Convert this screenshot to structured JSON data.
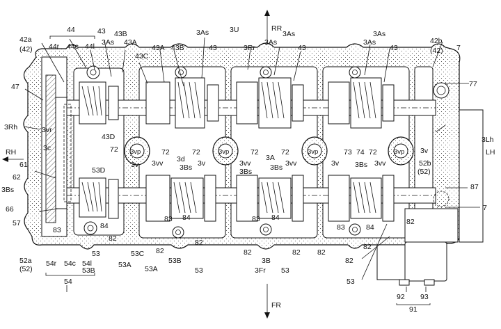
{
  "directions": {
    "rr": "RR",
    "fr": "FR",
    "rh": "RH",
    "lh": "LH"
  },
  "reference_labels": [
    "42a",
    "(42)",
    "44",
    "44r",
    "44c",
    "44l",
    "43",
    "43B",
    "3As",
    "43A",
    "43C",
    "43A",
    "43B",
    "3As",
    "43",
    "3U",
    "3Rr",
    "3As",
    "3As",
    "43",
    "3As",
    "3As",
    "43",
    "42b",
    "(42)",
    "7",
    "47",
    "77",
    "3Rh",
    "3vr",
    "43D",
    "3Lh",
    "3c",
    "72",
    "3vp",
    "72",
    "3d",
    "72",
    "3vp",
    "72",
    "3A",
    "72",
    "3vp",
    "73",
    "74",
    "72",
    "3vp",
    "3v",
    "61",
    "62",
    "53D",
    "3v",
    "3vv",
    "3Bs",
    "3v",
    "3vv",
    "3Bs",
    "3vv",
    "3Bs",
    "3v",
    "3Bs",
    "3vv",
    "52b",
    "(52)",
    "87",
    "3Bs",
    "66",
    "57",
    "83",
    "84",
    "83",
    "84",
    "83",
    "84",
    "83",
    "84",
    "82",
    "7",
    "53",
    "82",
    "53C",
    "82",
    "53B",
    "82",
    "82",
    "82",
    "82",
    "52a",
    "(52)",
    "53B",
    "53A",
    "53A",
    "53",
    "3B",
    "3Fr",
    "53",
    "82",
    "82",
    "53",
    "54r",
    "54c",
    "54l",
    "54",
    "92",
    "93",
    "91"
  ]
}
